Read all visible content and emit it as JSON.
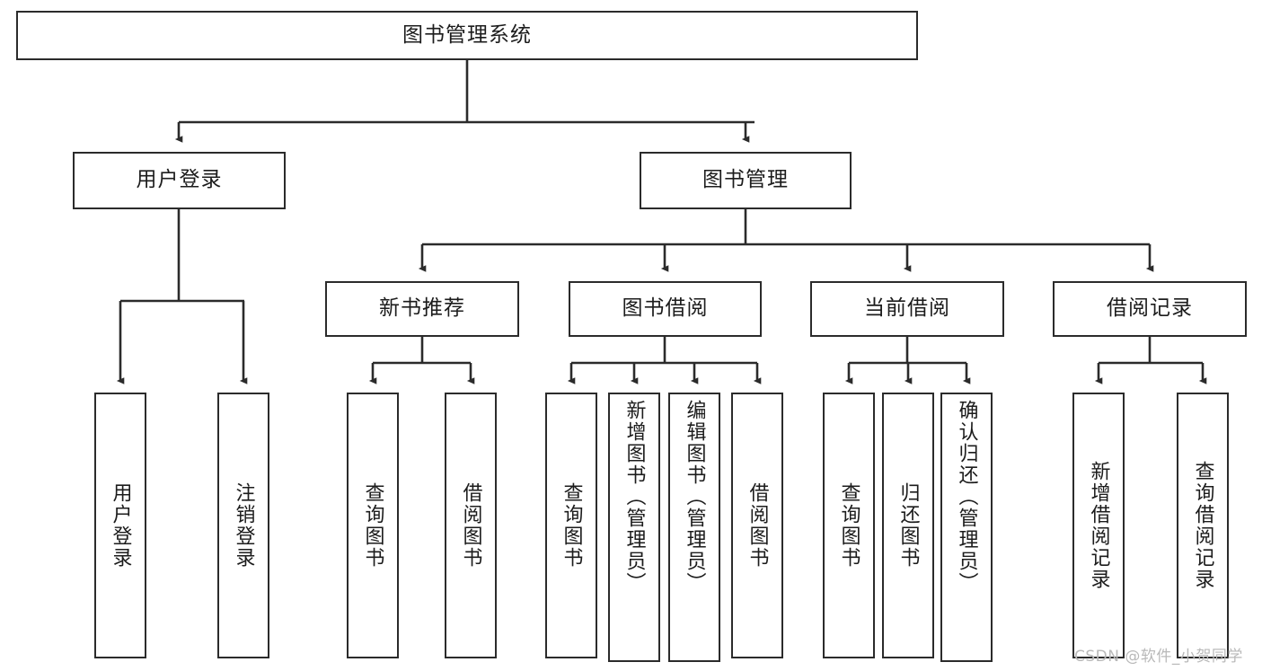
{
  "diagram": {
    "type": "tree-hierarchy",
    "title": "图书管理系统",
    "watermark": "CSDN @软件_小贺同学",
    "colors": {
      "box_border": "#2b2b2b",
      "box_fill": "#ffffff",
      "connector": "#2b2b2b",
      "text": "#1c1c1c",
      "watermark": "#b9b9b9",
      "background": "#ffffff"
    },
    "root": {
      "id": "root",
      "label": "图书管理系统",
      "orientation": "horizontal"
    },
    "level2": [
      {
        "id": "user-login",
        "label": "用户登录",
        "orientation": "horizontal"
      },
      {
        "id": "book-manage",
        "label": "图书管理",
        "orientation": "horizontal"
      }
    ],
    "level3": [
      {
        "id": "new-book-recommend",
        "label": "新书推荐",
        "orientation": "horizontal",
        "parent": "book-manage"
      },
      {
        "id": "book-borrow",
        "label": "图书借阅",
        "orientation": "horizontal",
        "parent": "book-manage"
      },
      {
        "id": "current-borrow",
        "label": "当前借阅",
        "orientation": "horizontal",
        "parent": "book-manage"
      },
      {
        "id": "borrow-record",
        "label": "借阅记录",
        "orientation": "horizontal",
        "parent": "book-manage"
      }
    ],
    "leaves": [
      {
        "id": "leaf-user-login",
        "label": "用户登录",
        "parent": "user-login",
        "orientation": "vertical"
      },
      {
        "id": "leaf-logout-login",
        "label": "注销登录",
        "parent": "user-login",
        "orientation": "vertical"
      },
      {
        "id": "leaf-query-book-1",
        "label": "查询图书",
        "parent": "new-book-recommend",
        "orientation": "vertical"
      },
      {
        "id": "leaf-borrow-book-1",
        "label": "借阅图书",
        "parent": "new-book-recommend",
        "orientation": "vertical"
      },
      {
        "id": "leaf-query-book-2",
        "label": "查询图书",
        "parent": "book-borrow",
        "orientation": "vertical"
      },
      {
        "id": "leaf-add-book",
        "label": "新增图书（管理员）",
        "parent": "book-borrow",
        "orientation": "vertical"
      },
      {
        "id": "leaf-edit-book",
        "label": "编辑图书（管理员）",
        "parent": "book-borrow",
        "orientation": "vertical"
      },
      {
        "id": "leaf-borrow-book-2",
        "label": "借阅图书",
        "parent": "book-borrow",
        "orientation": "vertical"
      },
      {
        "id": "leaf-query-book-3",
        "label": "查询图书",
        "parent": "current-borrow",
        "orientation": "vertical"
      },
      {
        "id": "leaf-return-book",
        "label": "归还图书",
        "parent": "current-borrow",
        "orientation": "vertical"
      },
      {
        "id": "leaf-confirm-return",
        "label": "确认归还（管理员）",
        "parent": "current-borrow",
        "orientation": "vertical"
      },
      {
        "id": "leaf-add-record",
        "label": "新增借阅记录",
        "parent": "borrow-record",
        "orientation": "vertical"
      },
      {
        "id": "leaf-query-record",
        "label": "查询借阅记录",
        "parent": "borrow-record",
        "orientation": "vertical"
      }
    ]
  }
}
